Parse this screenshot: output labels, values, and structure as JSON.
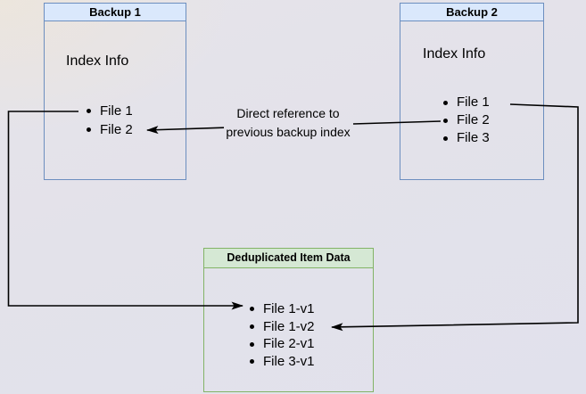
{
  "diagram": {
    "background_color": "#e3e2ea",
    "arrow_color": "#000000",
    "backup1": {
      "title": "Backup 1",
      "border_color": "#6c8ebf",
      "header_fill": "#dae8fc",
      "section_label": "Index Info",
      "files": [
        "File 1",
        "File 2"
      ]
    },
    "backup2": {
      "title": "Backup 2",
      "border_color": "#6c8ebf",
      "header_fill": "#dae8fc",
      "section_label": "Index Info",
      "files": [
        "File 1",
        "File 2",
        "File 3"
      ]
    },
    "dedup_store": {
      "title": "Deduplicated Item Data",
      "border_color": "#82b366",
      "header_fill": "#d5e8d4",
      "items": [
        "File 1-v1",
        "File 1-v2",
        "File 2-v1",
        "File 3-v1"
      ]
    },
    "annotation": {
      "text": "Direct reference to previous backup index"
    }
  }
}
